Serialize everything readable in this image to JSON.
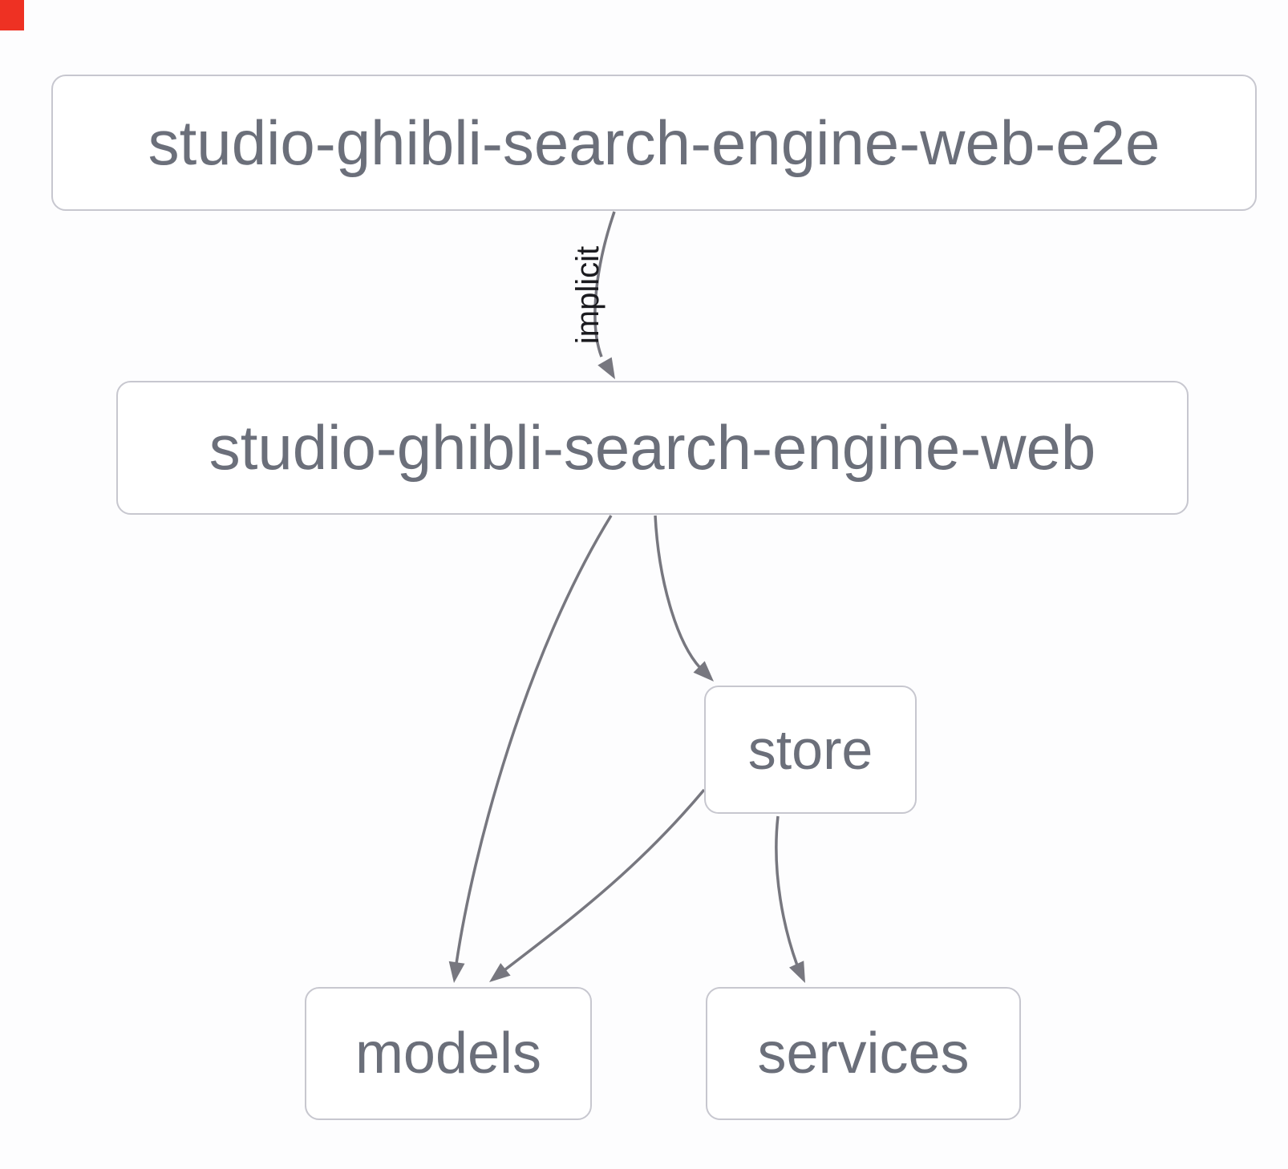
{
  "diagram": {
    "type": "dependency-graph",
    "nodes": {
      "e2e": {
        "label": "studio-ghibli-search-engine-web-e2e"
      },
      "web": {
        "label": "studio-ghibli-search-engine-web"
      },
      "store": {
        "label": "store"
      },
      "models": {
        "label": "models"
      },
      "services": {
        "label": "services"
      }
    },
    "edges": [
      {
        "from": "studio-ghibli-search-engine-web-e2e",
        "to": "studio-ghibli-search-engine-web",
        "label": "implicit"
      },
      {
        "from": "studio-ghibli-search-engine-web",
        "to": "store",
        "label": ""
      },
      {
        "from": "studio-ghibli-search-engine-web",
        "to": "models",
        "label": ""
      },
      {
        "from": "store",
        "to": "models",
        "label": ""
      },
      {
        "from": "store",
        "to": "services",
        "label": ""
      }
    ],
    "colors": {
      "background": "#fdfdfe",
      "node_background": "#ffffff",
      "node_border": "#c7c7cf",
      "node_text": "#6b6f7a",
      "edge": "#77777f",
      "edge_label_text": "#1b1b1f",
      "corner_marker": "#ee3123"
    }
  }
}
